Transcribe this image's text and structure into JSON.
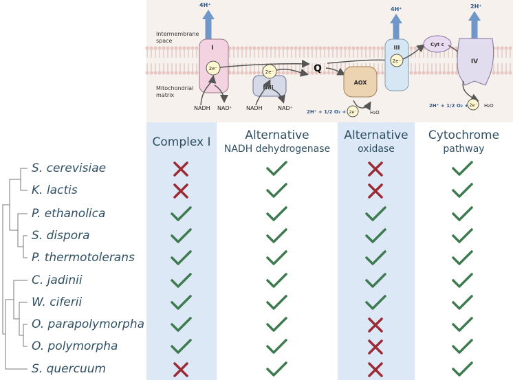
{
  "membrane": {
    "labels": {
      "intermembrane_space": "Intermembrane space",
      "matrix": "Mitochondrial matrix"
    },
    "complex_i": {
      "name": "I",
      "electron": "2e⁻",
      "substrate": "NADH",
      "product": "NAD⁺",
      "proton": "4H⁺"
    },
    "ndi": {
      "name": "Ndi",
      "electron": "2e⁻",
      "substrate": "NADH",
      "product": "NAD⁺"
    },
    "quinone": "Q",
    "aox": {
      "name": "AOX",
      "reaction_left": "2H⁺ + 1/2 O₂ +",
      "electron": "2e⁻",
      "water": "H₂O"
    },
    "complex_iii": {
      "name": "III",
      "electron": "2e⁻",
      "proton": "4H⁺"
    },
    "cyt_c": "Cyt c",
    "complex_iv": {
      "name": "IV",
      "proton": "2H⁺",
      "reaction_left": "2H⁺ + 1/2 O₂ +",
      "electron": "2e⁻",
      "water": "H₂O"
    }
  },
  "columns": [
    {
      "line1": "Complex I",
      "line2": ""
    },
    {
      "line1": "Alternative",
      "line2": "NADH dehydrogenase"
    },
    {
      "line1": "Alternative",
      "line2": "oxidase"
    },
    {
      "line1": "Cytochrome",
      "line2": "pathway"
    }
  ],
  "species": [
    {
      "name": "S. cerevisiae",
      "marks": [
        "cross",
        "check",
        "cross",
        "check"
      ]
    },
    {
      "name": "K. lactis",
      "marks": [
        "cross",
        "check",
        "cross",
        "check"
      ]
    },
    {
      "name": "P. ethanolica",
      "marks": [
        "check",
        "check",
        "check",
        "check"
      ]
    },
    {
      "name": "S. dispora",
      "marks": [
        "check",
        "check",
        "check",
        "check"
      ]
    },
    {
      "name": "P. thermotolerans",
      "marks": [
        "check",
        "check",
        "check",
        "check"
      ]
    },
    {
      "name": "C. jadinii",
      "marks": [
        "check",
        "check",
        "check",
        "check"
      ]
    },
    {
      "name": "W. ciferii",
      "marks": [
        "check",
        "check",
        "check",
        "check"
      ]
    },
    {
      "name": "O. parapolymorpha",
      "marks": [
        "check",
        "check",
        "cross",
        "check"
      ]
    },
    {
      "name": "O. polymorpha",
      "marks": [
        "check",
        "check",
        "cross",
        "check"
      ]
    },
    {
      "name": "S. quercuum",
      "marks": [
        "cross",
        "check",
        "cross",
        "check"
      ]
    }
  ],
  "colors": {
    "check": "#3e7a4f",
    "cross": "#9b2a35",
    "column_highlight": "#dce8f5",
    "text": "#2f4f63"
  }
}
